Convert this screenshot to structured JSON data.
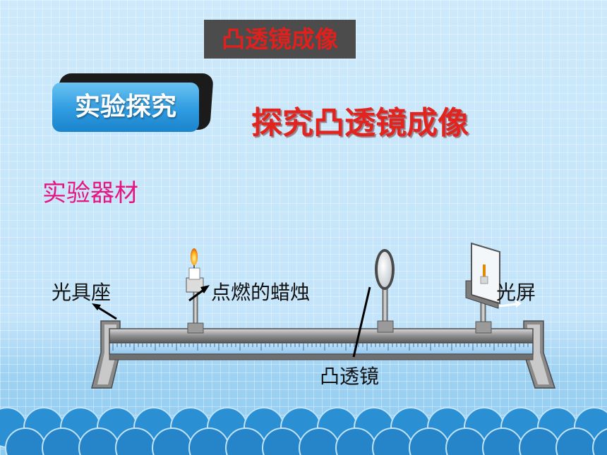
{
  "slide": {
    "topic_title": "凸透镜成像",
    "badge": "实验探究",
    "main_title": "探究凸透镜成像",
    "section_title": "实验器材"
  },
  "labels": {
    "optical_bench": "光具座",
    "candle": "点燃的蜡烛",
    "lens": "凸透镜",
    "screen": "光屏"
  },
  "colors": {
    "topic_title_text": "#e0201c",
    "topic_title_bg": "#4c4c4c",
    "badge_bg": "#2f9be0",
    "main_title": "#e2231e",
    "section_title": "#e61581",
    "background": "#cde9fb",
    "waves": "#2a8fd3"
  }
}
